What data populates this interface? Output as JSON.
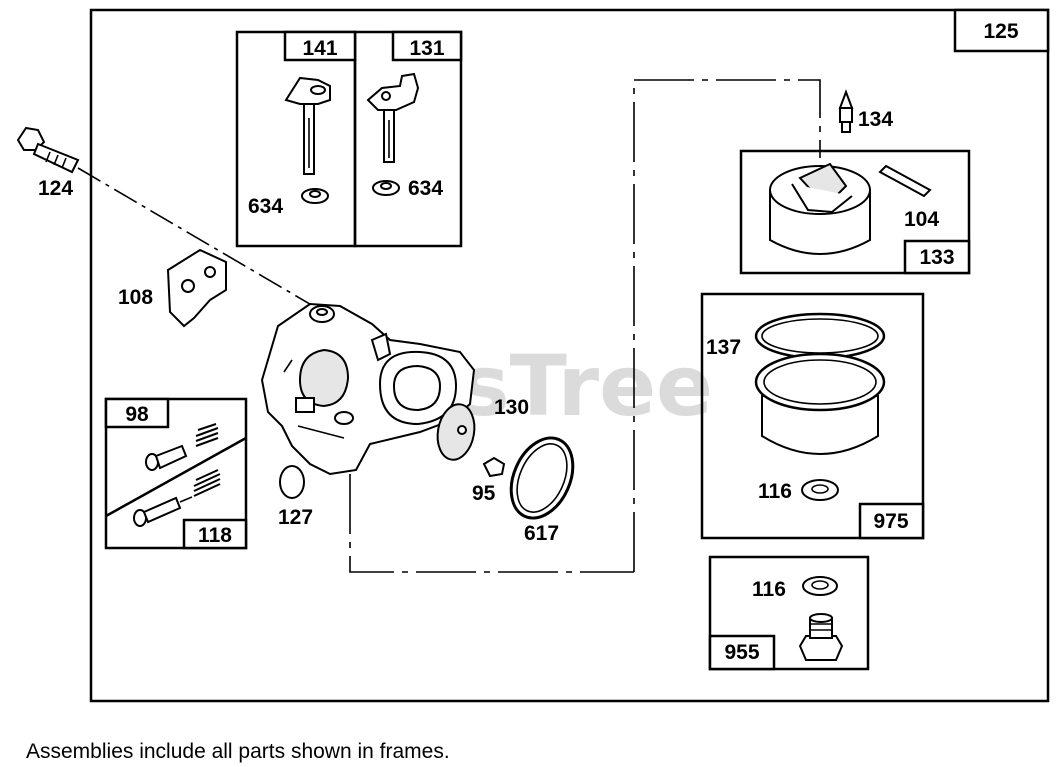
{
  "watermark": "PartsTree",
  "footer_note": "Assemblies include all parts shown in frames.",
  "frame_tags": {
    "main": "125",
    "f141": "141",
    "f131": "131",
    "f133": "133",
    "f975": "975",
    "f955": "955",
    "f98": "98",
    "f118": "118"
  },
  "callouts": {
    "p124": "124",
    "p634a": "634",
    "p634b": "634",
    "p134": "134",
    "p104": "104",
    "p108": "108",
    "p137": "137",
    "p116a": "116",
    "p116b": "116",
    "p130": "130",
    "p95": "95",
    "p617": "617",
    "p127": "127"
  }
}
